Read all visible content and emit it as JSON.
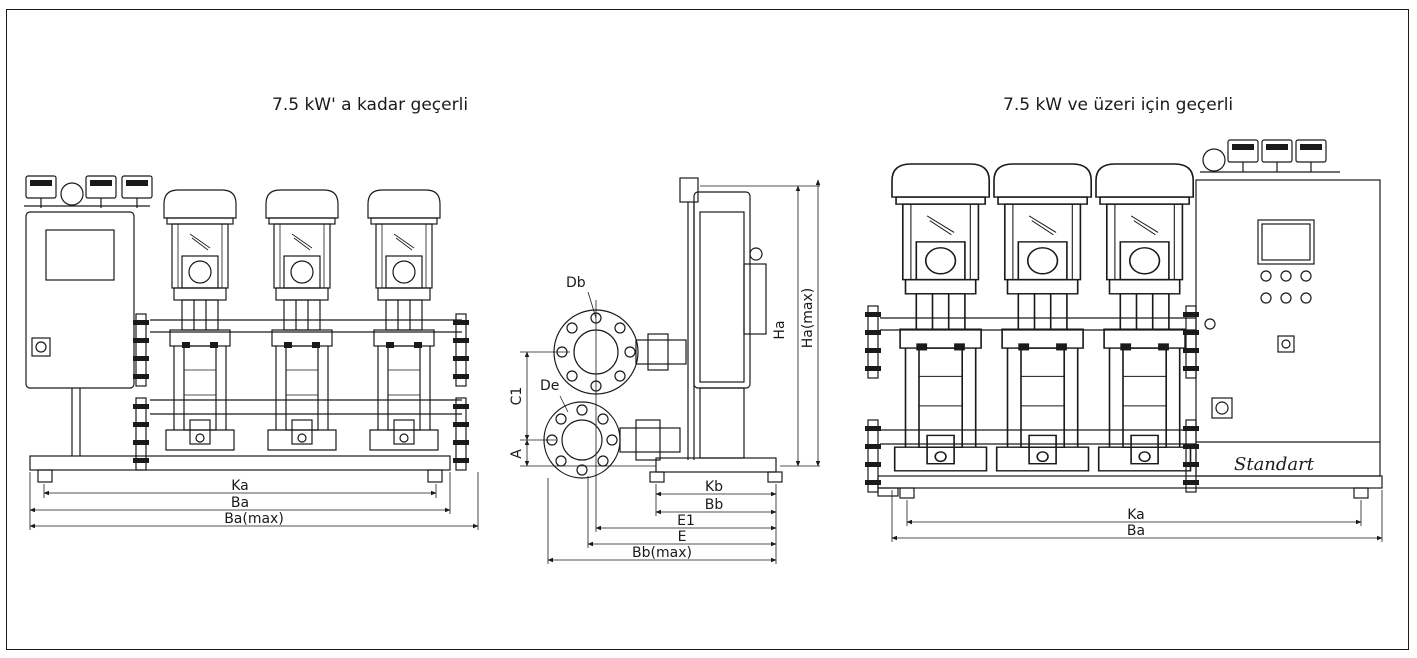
{
  "captions": {
    "left": "7.5 kW' a kadar geçerli",
    "right": "7.5 kW ve üzeri için geçerli"
  },
  "dimensions": {
    "left_view": [
      "Ka",
      "Ba",
      "Ba(max)"
    ],
    "side_view": {
      "flange_top": "Db",
      "flange_bottom": "De",
      "vertical_c": "C1",
      "vertical_a": "A",
      "height": "Ha",
      "height_max": "Ha(max)",
      "kb": "Kb",
      "bb": "Bb",
      "e1": "E1",
      "e": "E",
      "bb_max": "Bb(max)"
    },
    "right_view": [
      "Ka",
      "Ba"
    ]
  },
  "brand": "Standart",
  "colors": {
    "line": "#1a1a1a",
    "background": "#ffffff"
  }
}
